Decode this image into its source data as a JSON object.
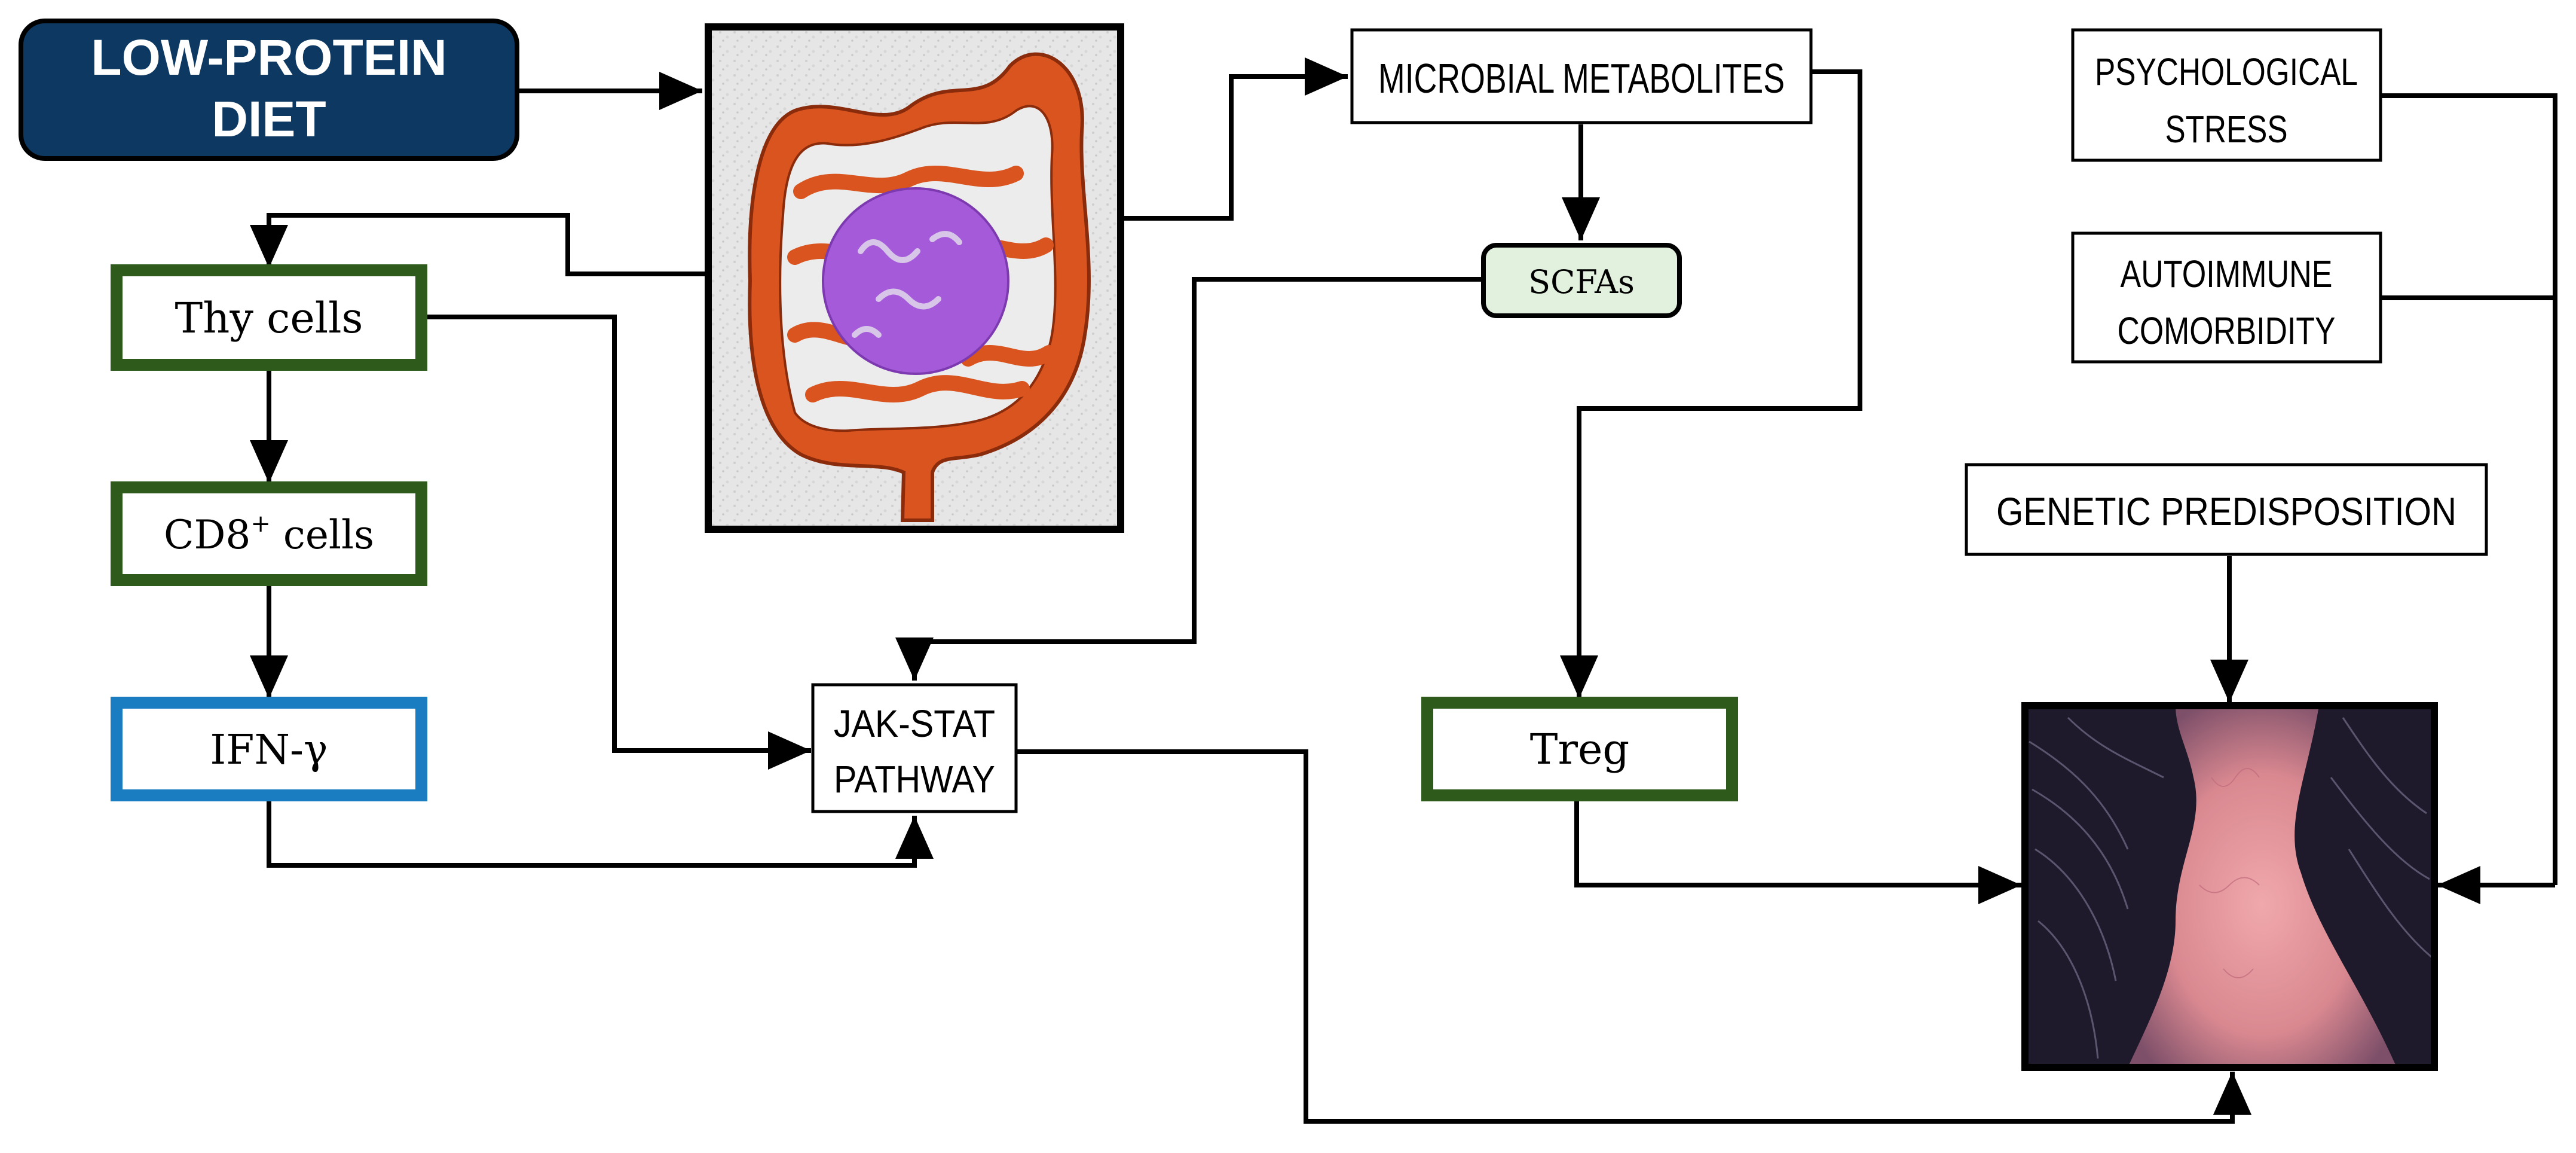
{
  "colors": {
    "diet_fill": "#0d3861",
    "green_border": "#2e5a1c",
    "blue_border": "#1b7dc1",
    "scfa_fill": "#e2f1de",
    "line": "#000000",
    "gut_orange": "#d9541e",
    "colon_purple": "#a55bd9",
    "scalp_pink": "#e79a9f",
    "hair_dark": "#1f1a2b"
  },
  "nodes": {
    "diet": {
      "line1": "LOW-PROTEIN",
      "line2": "DIET"
    },
    "microbial": {
      "label": "MICROBIAL METABOLITES"
    },
    "scfas": {
      "label": "SCFAs"
    },
    "thy": {
      "label": "Thy cells"
    },
    "cd8": {
      "label": "CD8",
      "sup": "+",
      "suffix": " cells"
    },
    "ifn": {
      "label": "IFN-γ"
    },
    "jak": {
      "line1": "JAK-STAT",
      "line2": "PATHWAY"
    },
    "treg": {
      "label": "Treg"
    },
    "stress": {
      "line1": "PSYCHOLOGICAL",
      "line2": "STRESS"
    },
    "autoimmune": {
      "line1": "AUTOIMMUNE",
      "line2": "COMORBIDITY"
    },
    "genetic": {
      "label": "GENETIC PREDISPOSITION"
    }
  },
  "images": {
    "gut": {
      "icon": "intestine-illustration"
    },
    "scalp": {
      "icon": "alopecia-scalp-photo"
    }
  }
}
